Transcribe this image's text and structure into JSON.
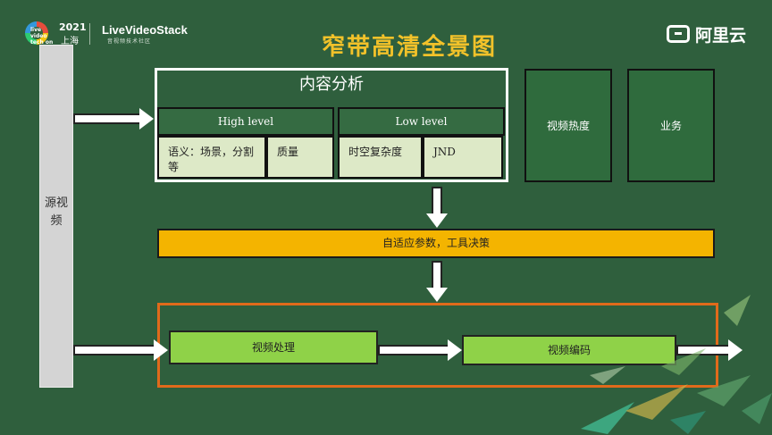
{
  "header": {
    "logo_small": "live video tech on",
    "year": "2021",
    "city": "上海",
    "lvs_title": "LiveVideoStack",
    "lvs_subtitle": "音视频技术社区",
    "brand_text": "阿里云"
  },
  "title": "窄带高清全景图",
  "source": {
    "label": "源视频"
  },
  "analysis": {
    "title": "内容分析",
    "high_level": {
      "label": "High level",
      "cells": [
        "语义：场景，分割等",
        "质量"
      ]
    },
    "low_level": {
      "label": "Low level",
      "cells": [
        "时空复杂度",
        "JND"
      ]
    }
  },
  "side_boxes": [
    "视频热度",
    "业务"
  ],
  "decision": {
    "label": "自适应参数，工具决策"
  },
  "processing": {
    "video_processing": "视频处理",
    "video_encoding": "视频编码"
  },
  "colors": {
    "background": "#2f5f3d",
    "title": "#f2c22a",
    "decision": "#f4b400",
    "processing_border": "#e06a1b",
    "proc_box": "#8fd248",
    "cell": "#dde9c7"
  }
}
